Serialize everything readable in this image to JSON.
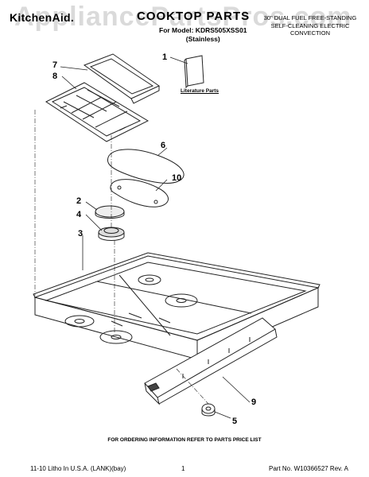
{
  "header": {
    "brand": "KitchenAid.",
    "title": "COOKTOP PARTS",
    "model_line": "For Model: KDRS505XSS01",
    "model_variant": "(Stainless)",
    "description": "30\" DUAL FUEL FREE-STANDING SELF-CLEANING ELECTRIC CONVECTION"
  },
  "watermark": "AppliancePartsPros.com",
  "callouts": [
    "7",
    "8",
    "1",
    "6",
    "10",
    "2",
    "4",
    "3",
    "9",
    "5"
  ],
  "literature_label": "Literature Parts",
  "footer": {
    "ordering_note": "FOR ORDERING INFORMATION REFER TO PARTS PRICE LIST",
    "print_info": "11-10 Litho In U.S.A. (LANK)(bay)",
    "page_number": "1",
    "part_number": "Part No. W10366527 Rev. A"
  }
}
